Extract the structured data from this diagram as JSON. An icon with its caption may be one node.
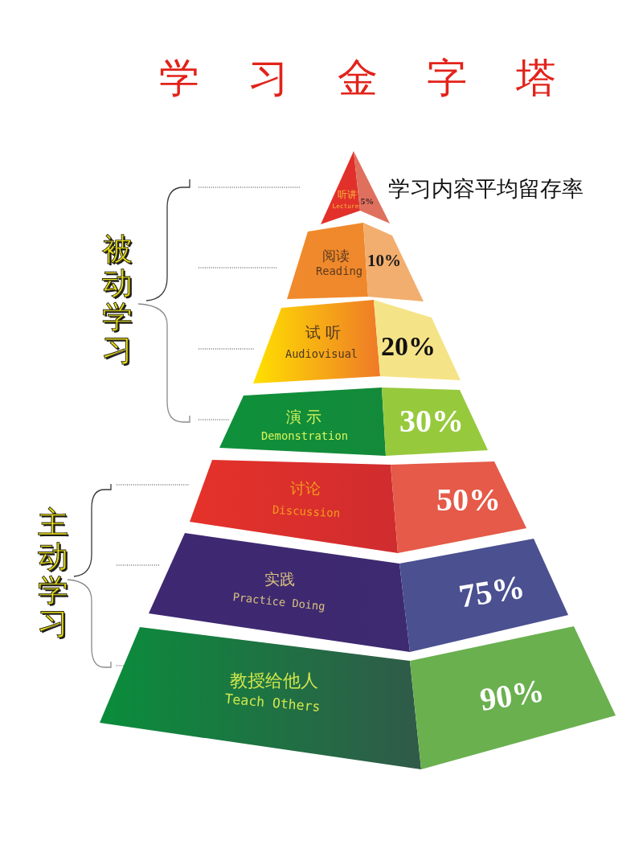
{
  "diagram": {
    "title": "学习金字塔",
    "nodes": [
      {
        "text": [
          "听讲",
          "Lecture",
          "5%"
        ]
      },
      {
        "text": [
          "阅读",
          "Reading",
          "10%"
        ]
      },
      {
        "text": [
          "试 听",
          "Audiovisual",
          "20%"
        ]
      },
      {
        "text": [
          "演 示",
          "Demonstration",
          "30%"
        ]
      },
      {
        "text": [
          "讨论",
          "Discussion",
          "50%"
        ]
      },
      {
        "text": [
          "实践",
          "Practice Doing",
          "75%"
        ]
      },
      {
        "text": [
          "教授给他人",
          "Teach Others",
          "90%"
        ]
      }
    ],
    "labels": [
      "学习内容平均留存率",
      "被动学习",
      "主动学习"
    ]
  }
}
